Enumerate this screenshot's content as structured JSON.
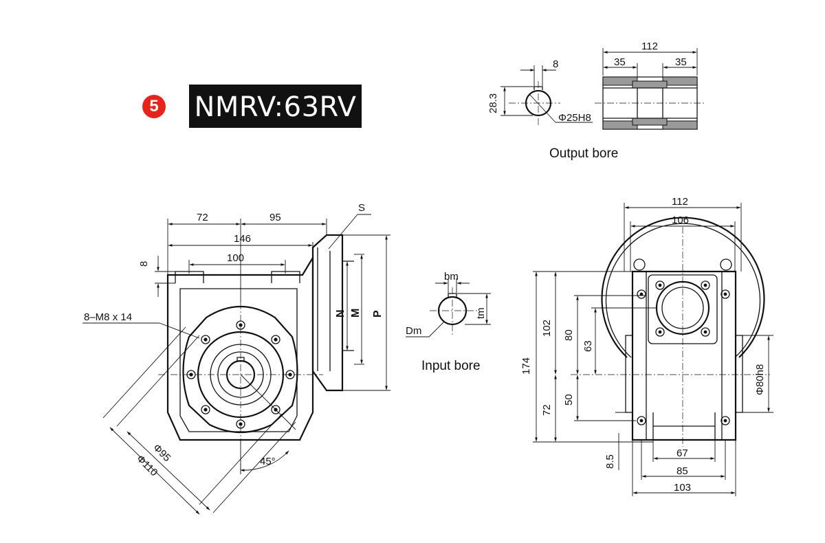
{
  "badge": {
    "number": "5",
    "color": "#e8231a"
  },
  "model": {
    "label": "NMRV:63RV"
  },
  "output_bore": {
    "caption": "Output bore",
    "key_width": "8",
    "key_height": "28.3",
    "bore": "Φ25H8",
    "length": "112",
    "left_section": "35",
    "right_section": "35"
  },
  "input_bore": {
    "caption": "Input bore",
    "key_width": "bm",
    "key_height": "tm",
    "diameter": "Dm"
  },
  "front_view": {
    "dim_72": "72",
    "dim_95": "95",
    "dim_146": "146",
    "dim_100": "100",
    "dim_8": "8",
    "label_s": "S",
    "label_n": "N",
    "label_m": "M",
    "label_p": "P",
    "thread": "8–M8 x 14",
    "dia_95": "Φ95",
    "dia_110": "Φ110",
    "angle": "45°"
  },
  "side_view": {
    "dim_112": "112",
    "dim_106": "106",
    "dim_174": "174",
    "dim_102": "102",
    "dim_72": "72",
    "dim_80": "80",
    "dim_63": "63",
    "dim_50": "50",
    "shaft": "Φ80h8",
    "dim_8_5": "8.5",
    "dim_67": "67",
    "dim_85": "85",
    "dim_103": "103"
  }
}
